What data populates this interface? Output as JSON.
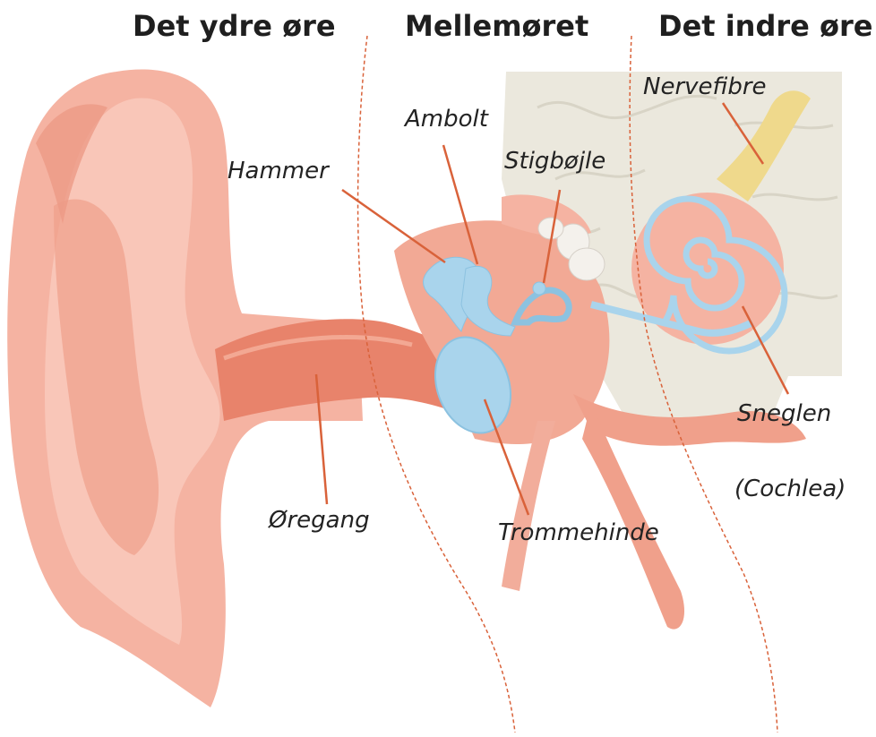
{
  "headings": {
    "outer": "Det ydre øre",
    "middle": "Mellemøret",
    "inner": "Det indre øre"
  },
  "labels": {
    "nervefibre": "Nervefibre",
    "ambolt": "Ambolt",
    "stigbojle": "Stigbøjle",
    "hammer": "Hammer",
    "sneglen": "Sneglen",
    "cochlea": "(Cochlea)",
    "oregang": "Øregang",
    "trommehinde": "Trommehinde"
  },
  "colors": {
    "skin": "#f5b3a2",
    "skin_dark": "#ec9a86",
    "canal": "#e8836b",
    "ossicles": "#a9d4ec",
    "leader": "#d9623a",
    "nerve": "#efd98c",
    "brain_bg": "#ebe8dd",
    "divider": "#d9623a"
  }
}
